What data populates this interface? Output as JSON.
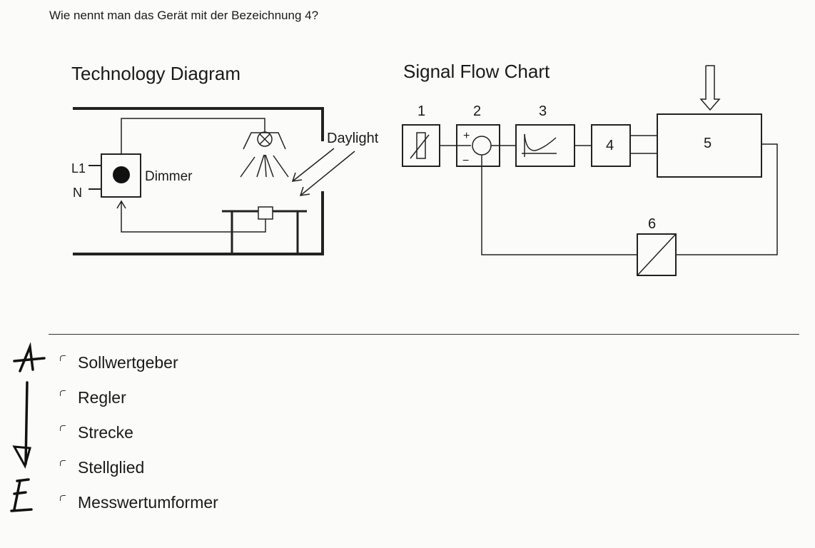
{
  "question": "Wie nennt man das Gerät mit der Bezeichnung 4?",
  "technology_diagram": {
    "title": "Technology Diagram",
    "labels": {
      "l1": "L1",
      "n": "N",
      "dimmer": "Dimmer",
      "daylight": "Daylight"
    }
  },
  "signal_flow_chart": {
    "title": "Signal Flow Chart",
    "blocks": [
      {
        "id": "1",
        "label": "1"
      },
      {
        "id": "2",
        "label": "2",
        "plus": "+",
        "minus": "−"
      },
      {
        "id": "3",
        "label": "3"
      },
      {
        "id": "4",
        "label": "4"
      },
      {
        "id": "5",
        "label": "5"
      },
      {
        "id": "6",
        "label": "6"
      }
    ]
  },
  "options": [
    {
      "label": "Sollwertgeber",
      "selected": false
    },
    {
      "label": "Regler",
      "selected": false
    },
    {
      "label": "Strecke",
      "selected": false
    },
    {
      "label": "Stellglied",
      "selected": false
    },
    {
      "label": "Messwertumformer",
      "selected": false
    }
  ],
  "handwriting": {
    "start": "A",
    "end": "E"
  }
}
